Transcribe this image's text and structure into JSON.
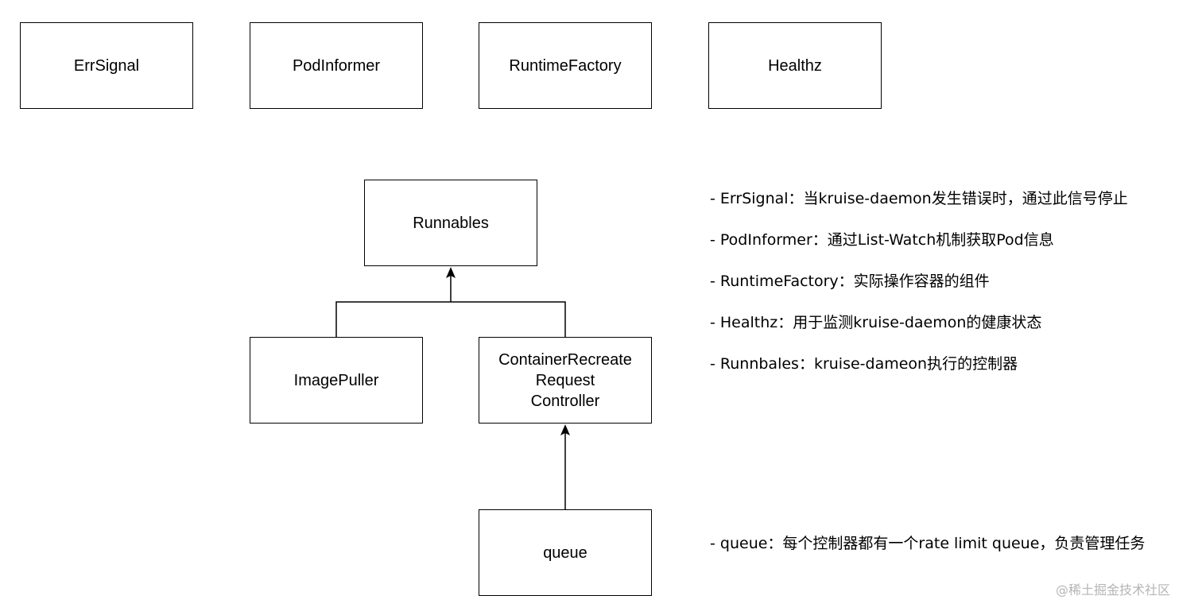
{
  "boxes": {
    "errsignal": "ErrSignal",
    "podinformer": "PodInformer",
    "runtimefactory": "RuntimeFactory",
    "healthz": "Healthz",
    "runnables": "Runnables",
    "imagepuller": "ImagePuller",
    "crr": "ContainerRecreate\nRequest\nController",
    "queue": "queue"
  },
  "notes": {
    "errsignal": "- ErrSignal：当kruise-daemon发生错误时，通过此信号停止",
    "podinformer": "- PodInformer：通过List-Watch机制获取Pod信息",
    "runtimefactory": "- RuntimeFactory：实际操作容器的组件",
    "healthz": "- Healthz：用于监测kruise-daemon的健康状态",
    "runnables": "- Runnbales：kruise-dameon执行的控制器",
    "queue": "- queue：每个控制器都有一个rate limit queue，负责管理任务"
  },
  "watermark": "@稀土掘金技术社区",
  "colors": {
    "stroke": "#000000",
    "watermark": "#b5b5b5"
  }
}
